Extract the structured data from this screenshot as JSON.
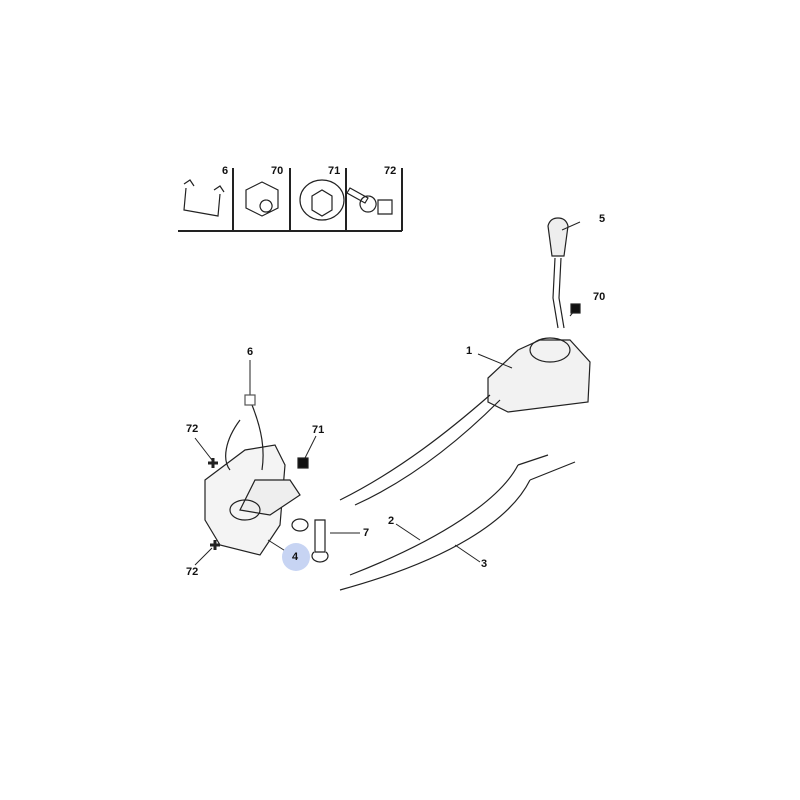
{
  "legend": {
    "cells": [
      {
        "ref": "6",
        "icon": "clip-icon"
      },
      {
        "ref": "70",
        "icon": "nut-icon"
      },
      {
        "ref": "71",
        "icon": "flanged-nut-icon"
      },
      {
        "ref": "72",
        "icon": "bolt-icon"
      }
    ]
  },
  "callouts": {
    "c1": "1",
    "c2": "2",
    "c3": "3",
    "c4": "4",
    "c5": "5",
    "c6": "6",
    "c7": "7",
    "c70": "70",
    "c71": "71",
    "c72a": "72",
    "c72b": "72"
  },
  "highlight_color": "#c7d4f3"
}
